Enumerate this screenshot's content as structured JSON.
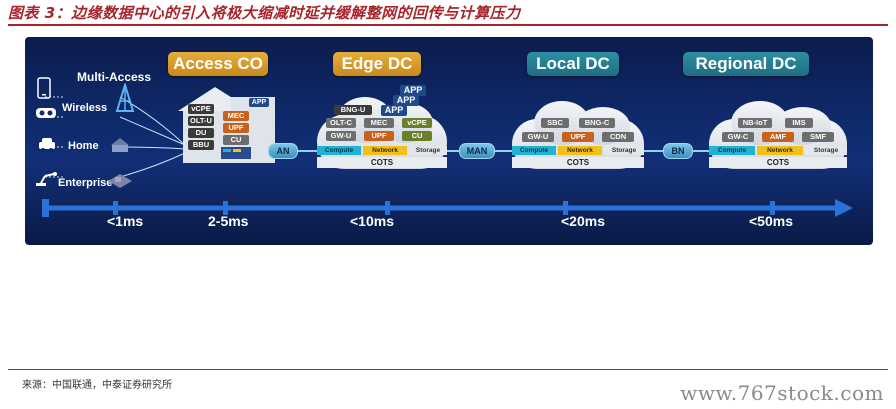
{
  "figure_title": "图表 3：边缘数据中心的引入将极大缩减时延并缓解整网的回传与计算压力",
  "stages": {
    "access": "Access CO",
    "edge": "Edge DC",
    "local": "Local DC",
    "regional": "Regional DC"
  },
  "access_types": {
    "multi_access": "Multi-Access",
    "wireless": "Wireless",
    "home": "Home",
    "enterprise": "Enterprise"
  },
  "access_co": {
    "left_col": [
      "vCPE",
      "OLT-U",
      "DU",
      "BBU"
    ],
    "app": "APP",
    "right_col": [
      "MEC",
      "UPF",
      "CU"
    ]
  },
  "edge_dc": {
    "apps": [
      "APP",
      "APP",
      "APP"
    ],
    "row1": [
      "BNG-U"
    ],
    "row2": [
      "OLT-C",
      "MEC",
      "vCPE"
    ],
    "row3": [
      "GW-U",
      "UPF",
      "CU"
    ]
  },
  "local_dc": {
    "row1": [
      "SBC",
      "BNG-C"
    ],
    "row2": [
      "GW-U",
      "UPF",
      "CDN"
    ]
  },
  "regional_dc": {
    "row1": [
      "NB-IoT",
      "IMS"
    ],
    "row2": [
      "GW-C",
      "AMF",
      "SMF"
    ]
  },
  "infra": {
    "compute": "Compute",
    "network": "Network",
    "storage": "Storage",
    "cots": "COTS"
  },
  "links": {
    "an": "AN",
    "man": "MAN",
    "bn": "BN"
  },
  "latency": {
    "l1": "<1ms",
    "l2": "2-5ms",
    "l3": "<10ms",
    "l4": "<20ms",
    "l5": "<50ms"
  },
  "source": "来源：中国联通，中泰证券研究所",
  "watermark": "www.767stock.com",
  "colors": {
    "title_red": "#a8252b",
    "panel_blue": "#0f2a6b",
    "stage_gold": "#d89a28",
    "stage_teal": "#2a8296",
    "arrow_blue": "#2a72d8"
  }
}
